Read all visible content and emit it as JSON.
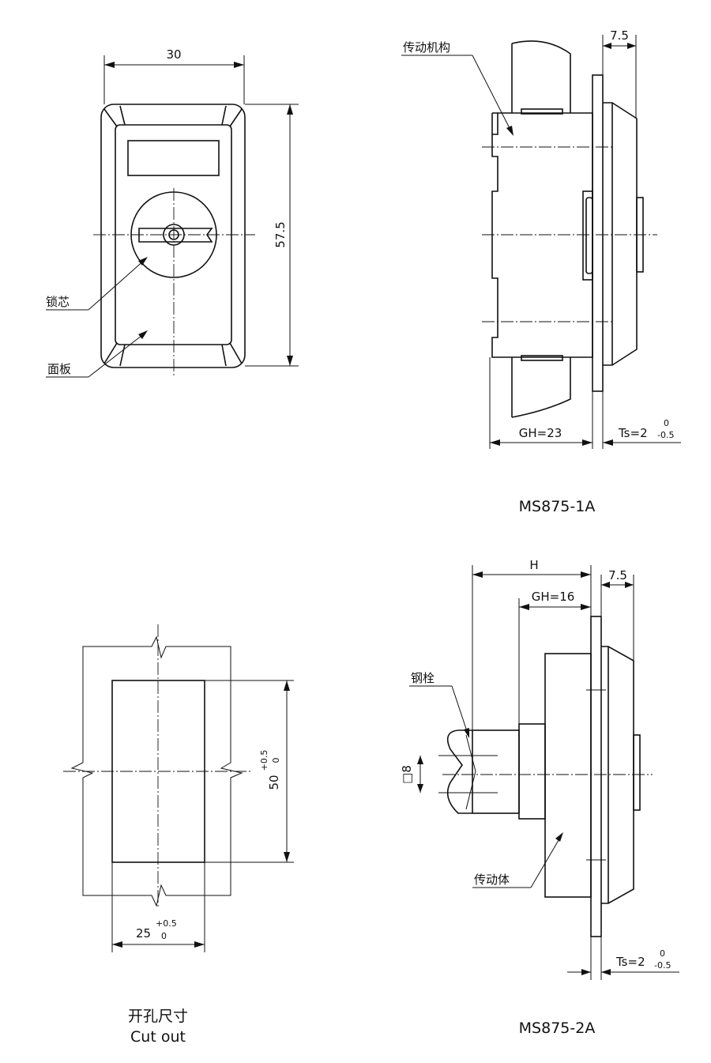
{
  "front_view": {
    "width_dim": "30",
    "height_dim": "57.5",
    "callout_lock_core": "锁芯",
    "callout_panel": "面板"
  },
  "model_1a": {
    "label_mechanism": "传动机构",
    "dim_top": "7.5",
    "dim_gh": "GH=23",
    "dim_ts": "Ts=2",
    "ts_tol_upper": "0",
    "ts_tol_lower": "-0.5",
    "caption": "MS875-1A"
  },
  "cutout": {
    "height_dim": "50",
    "height_tol_upper": "+0.5",
    "height_tol_lower": "0",
    "width_dim": "25",
    "width_tol_upper": "+0.5",
    "width_tol_lower": "0",
    "caption_cn": "开孔尺寸",
    "caption_en": "Cut out"
  },
  "model_2a": {
    "dim_h": "H",
    "dim_top": "7.5",
    "dim_gh": "GH=16",
    "label_bolt": "钢栓",
    "dim_square": "□8",
    "label_body": "传动体",
    "dim_ts": "Ts=2",
    "ts_tol_upper": "0",
    "ts_tol_lower": "-0.5",
    "caption": "MS875-2A"
  }
}
